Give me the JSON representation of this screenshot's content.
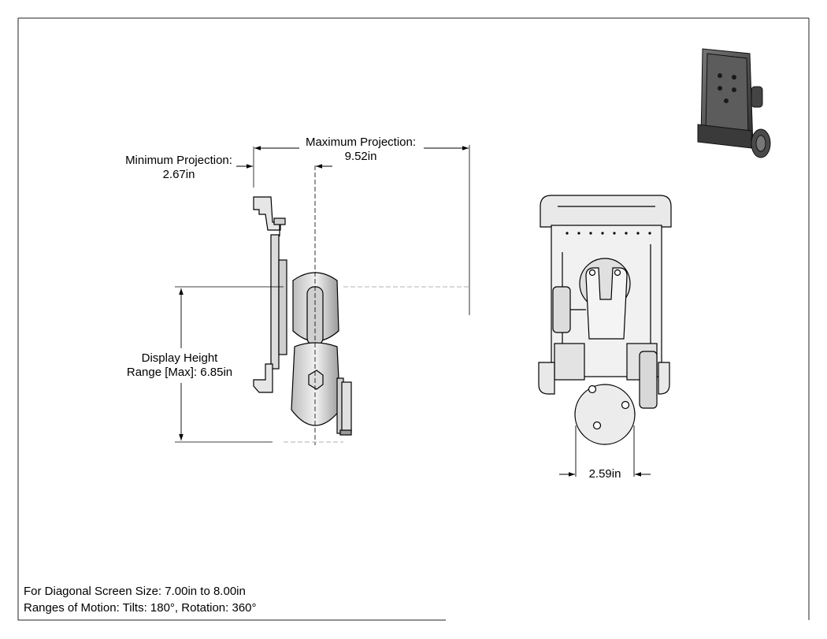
{
  "labels": {
    "min_projection_title": "Minimum Projection:",
    "min_projection_value": "2.67in",
    "max_projection_title": "Maximum Projection:",
    "max_projection_value": "9.52in",
    "display_height_title": "Display Height",
    "display_height_value": "Range [Max]: 6.85in",
    "base_width_value": "2.59in"
  },
  "notes": {
    "screen_size": "For Diagonal Screen Size: 7.00in to 8.00in",
    "motion": "Ranges of Motion: Tilts: 180°, Rotation: 360°"
  },
  "icons": {
    "side_view": "mount-side-view-icon",
    "front_view": "mount-front-view-icon",
    "iso_view": "mount-isometric-view-icon"
  }
}
